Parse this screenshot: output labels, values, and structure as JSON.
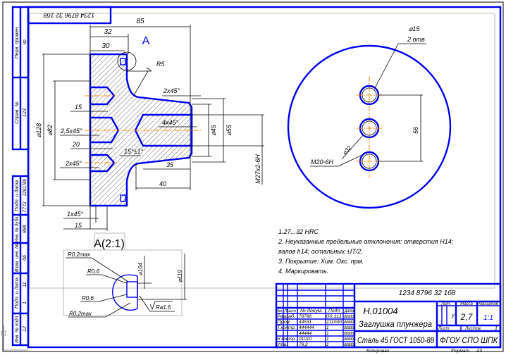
{
  "drawing": {
    "stamp_top": "1234 8796 32 1б8",
    "main_view": {
      "dim_85": "85",
      "dim_32": "32",
      "dim_30": "30",
      "view_mark": "A",
      "radius_r5": "R5",
      "chamfer_top": "2x45°",
      "dim_15_top": "15",
      "chamfer_mid": "2,5x45°",
      "dim_20": "20",
      "chamfer_low": "2x45°",
      "chamfer_bore": "4x45°",
      "angle": "15°±1°",
      "dim_35": "35",
      "dim_40": "40",
      "dia_128": "⌀128",
      "dia_82": "⌀82",
      "dia_45": "⌀45",
      "dia_55": "⌀55",
      "thread": "M27x2-6H",
      "chamfer_bottom": "1x45°",
      "dim_15_bottom": "15"
    },
    "end_view": {
      "dia_15": "⌀15",
      "holes": "2 отв",
      "dim_56": "56",
      "dia_32": "⌀32",
      "thread": "M20-6H"
    },
    "detail": {
      "title": "A(2:1)",
      "r1": "R0,2max",
      "r2": "R0,6",
      "r3": "R0,6",
      "r4": "R0,2max",
      "dia_104": "⌀104",
      "dia_119": "⌀119",
      "roughness": "Ra1,6"
    }
  },
  "notes": [
    "1.27...32 HRC",
    "2. Неуказанные предельные отклонения: отверстия H14;",
    "валов h14; остальных ±IT/2.",
    "3. Покрытие: Хим. Окс. прм.",
    "4. Маркировать."
  ],
  "side_labels": {
    "perv_primen": "Перв. примен.",
    "perv_val": "чр",
    "sprav": "Справ. №",
    "sprav_val": "123",
    "podp_data1": "Подп. и дата",
    "podp_val1a": "7772",
    "podp_val1b": "2281786",
    "inv_dubl": "Инв. № дубл.",
    "inv_dubl_val": "888",
    "vzam": "Взам. инв. №",
    "vzam_val": "06",
    "podp_data2": "Подп. и дата",
    "podp_val2a": "1",
    "podp_val2b": "11",
    "inv_podl": "Инв. № подл.",
    "inv_podl_val": "12"
  },
  "title_block": {
    "doc_number": "1234 8796 32 1б8",
    "designation": "H.01004",
    "name": "Заглушка плунжера",
    "material": "Сталь 45 ГОСТ 1050-88",
    "organization": "ФГОУ СПО ШПК",
    "headers": {
      "izm": "Изм.",
      "list": "Лист",
      "doc": "№ докум.",
      "podp": "Подп.",
      "date": "Дата"
    },
    "rows": [
      {
        "role": "Разраб.",
        "name": "78786",
        "sign": "00.111",
        "date": "ddddd"
      },
      {
        "role": "Пров.",
        "name": "44531",
        "sign": "111000",
        "date": "ddddd"
      },
      {
        "role": "Т.контр.",
        "name": "444444",
        "sign": "1",
        "date": "ddddd"
      },
      {
        "role": "",
        "name": "44444",
        "sign": "1",
        "date": "ddddd"
      },
      {
        "role": "Н.контр.",
        "name": "01010",
        "sign": "1",
        "date": "ddddd"
      },
      {
        "role": "Утв.",
        "name": "76.2",
        "sign": "1",
        "date": "ddddd"
      }
    ],
    "lit_label": "Лит.",
    "lit_value": "у",
    "mass_label": "Масса",
    "mass_value": "2,7",
    "scale_label": "Масштаб",
    "scale_value": "1:1",
    "sheet_label": "Лист",
    "sheets_label": "Листов",
    "sheets_value": "1",
    "copied": "Копировал",
    "format_label": "Формат",
    "format_value": "A3"
  }
}
